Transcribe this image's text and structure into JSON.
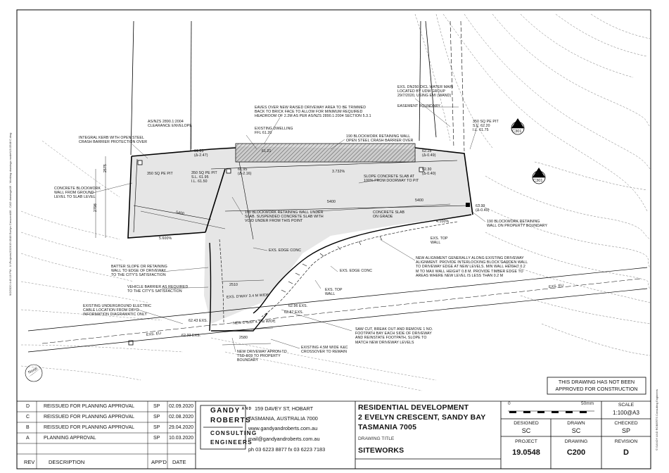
{
  "annotations": {
    "eaves": "EAVES OVER NEW RAISED DRIVEWAY AREA TO BE TRIMMED\nBACK TO BRICK FACE TO ALLOW FOR MINIMUM REQUIRED\nHEADROOM OF 2.2m AS PER AS/NZS 2890.1:2004 SECTION 5.3.1",
    "clearance": "AS/NZS 2890.1:2004\nCLEARANCE ENVELOPE",
    "kerb": "INTEGRAL KERB WITH OPEN STEEL\nCRASH BARRIER PROTECTION OVER",
    "blockwall": "CONCRETE BLOCKWORK\nWALL FROM GROUND\nLEVEL TO SLAB LEVEL",
    "pit_left": "350 SQ PE PIT",
    "pit_mid": "350 SQ PE PIT\nS.L. 61.95\nI.L. 61.50",
    "pit_right": "350 SQ PE PIT\nS.L. 62.20\nI.L. 61.75",
    "existing_dwelling": "EXISTING DWELLING\nFFL 61.20",
    "retaining_190_open": "190 BLOCKWORK RETAINING WALL\nOPEN STEEL CRASH BARRIER OVER",
    "water_main": "EXS. DN250 DICL WATER MAIN\nLOCATED BY UDM GROUP\n29/7/2020, USING EMI (WAND)",
    "easement": "EASEMENT BOUNDARY",
    "slope_slab": "SLOPE CONCRETE SLAB AT\n100% FROM DOORWAY TO PIT",
    "retaining_under_slab": "190 BLOCKWORK RETAINING WALL UNDER\nSLAB. SUSPENDED CONCRETE SLAB WITH\nVOID UNDER FROM THIS POINT",
    "slab_on_grade": "CONCRETE SLAB\nON GRADE",
    "retaining_boundary": "190 BLOCKWORK RETAINING\nWALL ON PROPERTY BOUNDARY",
    "exs_top_wall_1": "EXS. TOP\nWALL",
    "exs_top_wall_2": "EXS. TOP\nWALL",
    "exs_edge_conc_1": "EXS. EDGE CONC",
    "exs_edge_conc_2": "EXS. EDGE CONC",
    "batter": "BATTER SLOPE OR RETAINING\nWALL TO EDGE OF DRIVEWAY\nTO THE CITY'S SATISFACTION",
    "vehicle_barrier": "VEHICLE BARRIER AS REQUIRED\nTO THE CITY'S SATISFACTION",
    "new_alignment": "NEW ALIGNMENT GENERALLY ALONG EXISTING DRIVEWAY\nALIGNMENT. PROVIDE INTERLOCKING BLOCK GARDEN WALL\nTO DRIVEWAY EDGE AT NEW LEVELS. MIN WALL HEIGHT 0.2\nm TO MAX WALL HEIGHT 0.8 m. PROVIDE TIMBER EDGE TO\nAREAS WHERE NEW LEVEL IS LESS THAN 0.2 m",
    "electric_cable": "EXISTING UNDERGROUND ELECTRIC\nCABLE LOCATION FROM DBYD\nINFORMATION DIAGRAMATIC ONLY",
    "saw_cut": "SAW CUT, BREAK OUT AND REMOVE 1 No.\nFOOTPATH BAY EACH SIDE OF DRIVEWAY\nAND REINSTATE FOOTPATH, SLOPE TO\nMATCH NEW DRIVEWAY LEVELS",
    "crossover": "EXISTING 4.5m WIDE K&C\nCROSSOVER TO REMAIN",
    "apron": "NEW DRIVEWAY APRON TO\nTSD-R09 TO PROPERTY\nBOUNDARY",
    "exs_dway_34": "EXS. D'WAY 3.4 m WIDE",
    "new_dway_47": "NEW D'WAY 4.7 m WIDE",
    "dim_5400_a": "5400",
    "dim_5400_b": "5400",
    "dim_5400_c": "5400",
    "dim_2575": "2575",
    "dim_2798": "2798",
    "dim_2510": "2510",
    "dim_2580": "2580",
    "grade_5600": "5.600%",
    "grade_3732": "3.732%",
    "grade_4100": "4.100%",
    "north": "North",
    "exs_eu_1": "EXS. EU",
    "exs_eu_2": "EXS. EU",
    "lvl_6233": "62.33 EXS.",
    "lvl_6243": "62.43 EXS.",
    "lvl_6296": "62.96 EXS.",
    "lvl_6287": "62.87 EXS.",
    "lvl_6121": "61.21",
    "lvl_6183": "61.83\n(Δ-2.47)",
    "lvl_6228": "62.28\n(Δ-0.49)",
    "lvl_6195": "61.95\n(Δ-2.16)",
    "lvl_6339": "63.39\n(Δ-0.49)",
    "lvl_6230": "62.30\n(Δ-0.40)",
    "section_a_letter": "A",
    "section_a_ref": "C301",
    "section_b_letter": "B",
    "section_b_ref": "C301"
  },
  "warning_box": "THIS DRAWING HAS NOT BEEN\nAPPROVED FOR CONSTRUCTION",
  "revisions": [
    {
      "rev": "D",
      "description": "REISSUED FOR PLANNING APPROVAL",
      "appd": "SP",
      "date": "02.09.2020"
    },
    {
      "rev": "C",
      "description": "REISSUED FOR PLANNING APPROVAL",
      "appd": "SP",
      "date": "02.08.2020"
    },
    {
      "rev": "B",
      "description": "REISSUED FOR PLANNING APPROVAL",
      "appd": "SP",
      "date": "29.04.2020"
    },
    {
      "rev": "A",
      "description": "PLANNING APPROVAL",
      "appd": "SP",
      "date": "10.03.2020"
    }
  ],
  "revision_header": {
    "rev": "REV",
    "description": "DESCRIPTION",
    "appd": "APP'D",
    "date": "DATE"
  },
  "firm": {
    "line1a": "GANDY",
    "line1b": "AND",
    "line2": "ROBERTS",
    "line3": "CONSULTING",
    "line4": "ENGINEERS",
    "address1": "159 DAVEY ST, HOBART",
    "address2": "TASMANIA, AUSTRALIA 7000",
    "website": "www.gandyandroberts.com.au",
    "email": "mail@gandyandroberts.com.au",
    "phone": "ph 03 6223 8877  fx 03 6223 7183"
  },
  "project": {
    "line1": "RESIDENTIAL DEVELOPMENT",
    "line2": "2 EVELYN CRESCENT, SANDY BAY",
    "line3": "TASMANIA 7005",
    "drawing_title_label": "DRAWING TITLE",
    "drawing_title": "SITEWORKS"
  },
  "scale_bar": {
    "zero": "0",
    "length": "50mm"
  },
  "info": {
    "scale_label": "SCALE",
    "scale_value": "1:100@A3",
    "designed_label": "DESIGNED",
    "designed_value": "SC",
    "drawn_label": "DRAWN",
    "drawn_value": "SC",
    "checked_label": "CHECKED",
    "checked_value": "SP",
    "project_label": "PROJECT",
    "project_value": "19.0548",
    "drawing_label": "DRAWING",
    "drawing_value": "C200",
    "revision_label": "REVISION",
    "revision_value": "D"
  },
  "side_text_left": "9/2/2020 4:45:19 PM - X:\\Projects\\2019\\19.0548 Evelyn Crescent\\06 - CAD drawings\\06 - Working drawings model\\19.0548 C.dwg",
  "side_text_right": "© GANDY AND ROBERTS Consulting Engineers"
}
